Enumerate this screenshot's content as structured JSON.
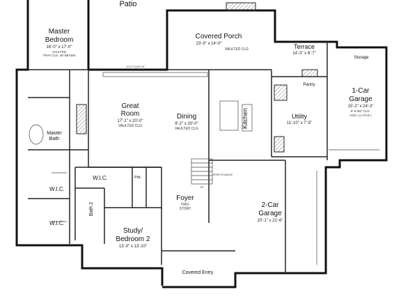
{
  "rooms": {
    "patio": {
      "title": "Patio"
    },
    "master_bedroom": {
      "title_line1": "Master",
      "title_line2": "Bedroom",
      "dims": "16'-0\" x 17'-0\"",
      "note1": "VAULTED",
      "note2": "TRAY CLG. W/ BEAMS"
    },
    "covered_porch": {
      "title": "Covered Porch",
      "dims": "23'-9\" x 14'-0\"",
      "note": "VAULTED CLG"
    },
    "terrace": {
      "title": "Terrace",
      "dims": "14'-3\" x 6'-7\""
    },
    "storage": {
      "title": "Storage"
    },
    "great_room": {
      "title_line1": "Great",
      "title_line2": "Room",
      "dims": "17'-1\" x 20'-0\"",
      "note": "VAULTED CLG"
    },
    "dining": {
      "title": "Dining",
      "dims": "9'-2\" x 20'-0\"",
      "note": "VAULTED CLG"
    },
    "kitchen": {
      "title": "Kitchen"
    },
    "pantry": {
      "title": "Pantry"
    },
    "utility": {
      "title": "Utility",
      "dims": "11'-10\" x 7'-5\""
    },
    "one_car_garage": {
      "title_line1": "1-Car",
      "title_line2": "Garage",
      "dims": "15'-2\" x 24'-3\"",
      "note1": "8'-8 5/8\" CLG.",
      "note2": "(ADJ. LL F.F.E.)"
    },
    "master_bath": {
      "title_line1": "Master",
      "title_line2": "Bath"
    },
    "wic_master_upper": {
      "title": "W.I.C."
    },
    "wic_master_lower": {
      "title": "W.I.C."
    },
    "wic_study": {
      "title": "W.I.C."
    },
    "bath2": {
      "title": "Bath 2"
    },
    "pdr": {
      "title": "Pdr."
    },
    "foyer": {
      "title": "Foyer",
      "note1": "TWO-",
      "note2": "STORY"
    },
    "study_bedroom2": {
      "title_line1": "Study/",
      "title_line2": "Bedroom 2",
      "dims": "13'-0\" x 13'-10\""
    },
    "two_car_garage": {
      "title_line1": "2-Car",
      "title_line2": "Garage",
      "dims": "20'-1\" x 21'-6\""
    },
    "covered_entry": {
      "title": "Covered Entry"
    }
  },
  "annotations": {
    "stair_up": "UP",
    "header_bar": "10'-0\" PLATE HT.",
    "opening_note": "OPEN TO ABOVE"
  }
}
